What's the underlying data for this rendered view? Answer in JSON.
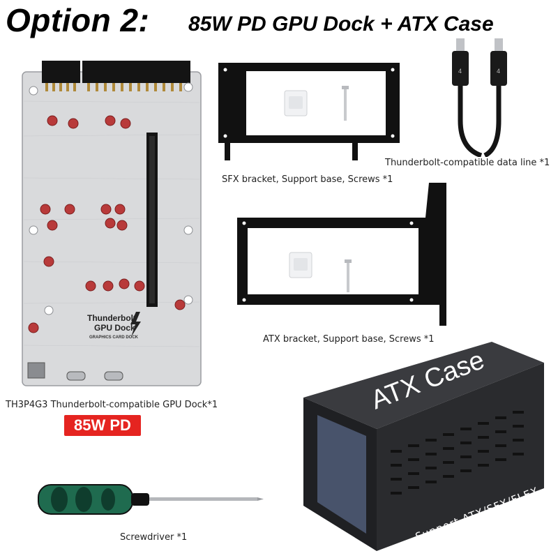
{
  "header": {
    "title": "Option 2:",
    "subtitle": "85W PD GPU Dock + ATX Case"
  },
  "items": {
    "dock": {
      "caption": "TH3P4G3 Thunderbolt-compatible GPU Dock*1",
      "badge": "85W PD",
      "board_title_1": "Thunderbolt",
      "board_title_2": "GPU Dock",
      "board_sub": "GRAPHICS CARD DOCK"
    },
    "sfx_bracket": {
      "caption": "SFX bracket, Support base, Screws *1"
    },
    "atx_bracket": {
      "caption": "ATX bracket, Support base, Screws *1"
    },
    "cable": {
      "caption": "Thunderbolt-compatible data line *1",
      "plug_label": "4"
    },
    "atx_case": {
      "label": "ATX Case",
      "support": "Support ATX/SFX/FLEX"
    },
    "screwdriver": {
      "caption": "Screwdriver *1"
    }
  },
  "colors": {
    "badge_bg": "#e52420",
    "board": "#d9dadc",
    "bracket": "#111111",
    "case": "#2a2b2e",
    "screwdriver_handle": "#1f6b4f"
  }
}
